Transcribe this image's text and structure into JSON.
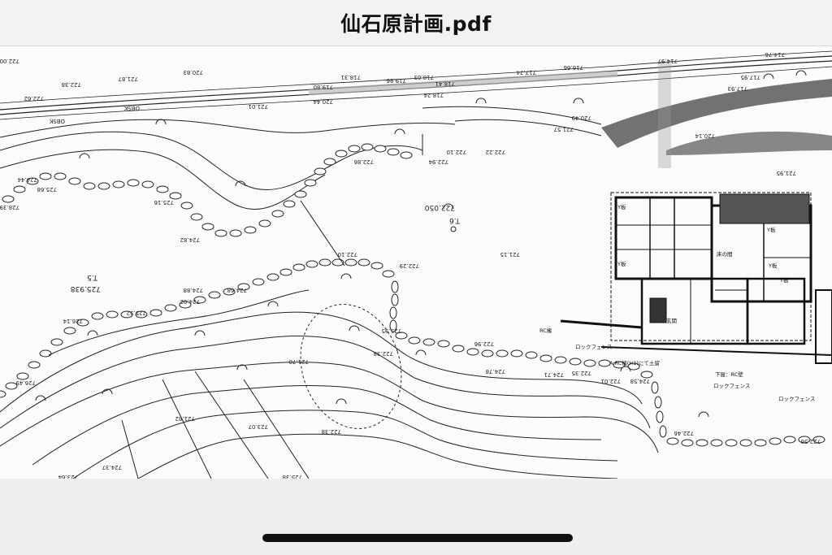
{
  "document": {
    "title": "仙石原計画.pdf"
  },
  "plan": {
    "elevation_labels": [
      "722.00",
      "722.38",
      "721.87",
      "720.83",
      "719.80",
      "718.31",
      "719.86",
      "718.03",
      "718.41",
      "717.74",
      "716.66",
      "714.97",
      "714.76",
      "722.62",
      "721.01",
      "720.44",
      "718.24",
      "717.93",
      "717.95",
      "724.44",
      "724.82",
      "722.86",
      "722.94",
      "722.84",
      "722.18",
      "722.10",
      "722.22",
      "721.57",
      "720.49",
      "720.14",
      "721.95",
      "725.16",
      "725.68",
      "722.050",
      "728.39",
      "722.10",
      "721.15",
      "722.29",
      "724.02",
      "725.52",
      "726.14",
      "724.88",
      "724.68",
      "721.70",
      "725.95",
      "722.96",
      "722.38",
      "722.35",
      "726.49",
      "721.82",
      "723.07",
      "724.78",
      "724.71",
      "722.01",
      "724.58",
      "722.46",
      "722.38",
      "722.56",
      "723.64",
      "724.37",
      "725.38"
    ],
    "markers": [
      "T.6",
      "T.5",
      "725.938",
      "OBSK",
      "OBSK"
    ],
    "building_labels": [
      "Y板",
      "Y板",
      "Y板",
      "Y板",
      "Y板",
      "床の間",
      "玄関",
      "ロックフェンス",
      "ロックフェンス",
      "ロックフェンス",
      "下屋：RC壁",
      "RC擁",
      "A:RC擁(H1)にて土留"
    ]
  }
}
